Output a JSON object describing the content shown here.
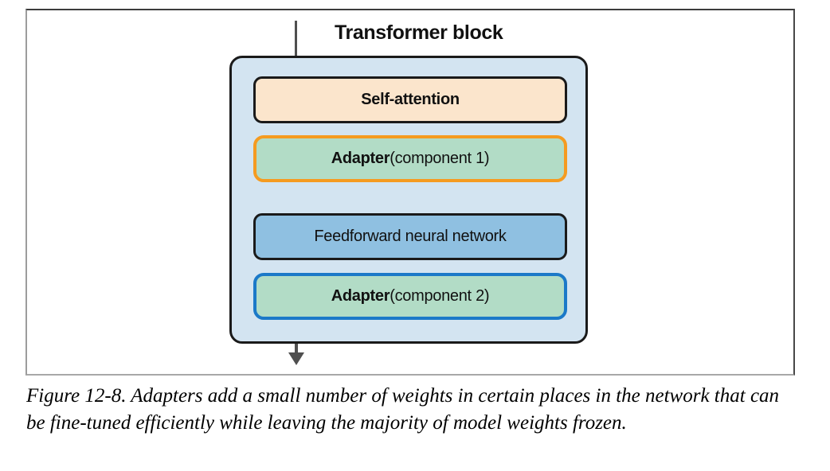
{
  "figure": {
    "title": "Transformer block",
    "caption": "Figure 12-8. Adapters add a small number of weights in certain places in the network that can be fine-tuned efficiently while leaving the majority of model weights frozen."
  },
  "diagram": {
    "arrow_color": "#4f4f4f",
    "container": {
      "fill": "#d3e4f1",
      "border": "#1a1a1a"
    },
    "boxes": [
      {
        "id": "self-attention",
        "bold": "Self-attention",
        "regular": "",
        "fill": "#fbe5cc",
        "border": "#1a1a1a"
      },
      {
        "id": "adapter-1",
        "bold": "Adapter",
        "regular": " (component 1)",
        "fill": "#b2dcc6",
        "border": "#f59b20"
      },
      {
        "id": "feedforward",
        "bold": "",
        "regular": "Feedforward neural network",
        "fill": "#8fc0e1",
        "border": "#1a1a1a"
      },
      {
        "id": "adapter-2",
        "bold": "Adapter",
        "regular": " (component 2)",
        "fill": "#b2dcc6",
        "border": "#1b79c8"
      }
    ]
  }
}
